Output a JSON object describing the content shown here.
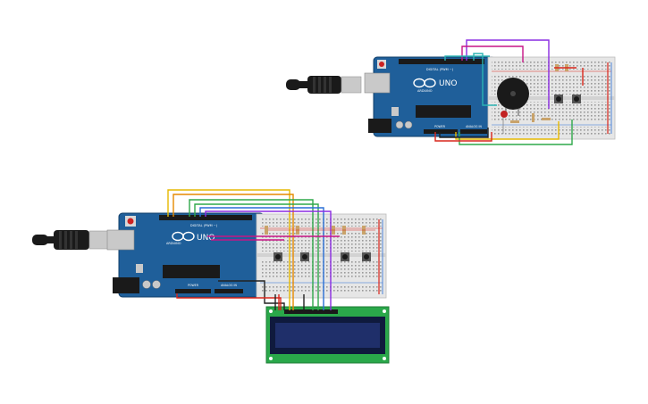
{
  "colors": {
    "board": "#1f5f9a",
    "board_dark": "#123f6a",
    "breadboard": "#e6e6e6",
    "rail_red": "#d9261c",
    "rail_blue": "#2a6fd6",
    "wire_yellow": "#e6b800",
    "wire_orange": "#e58a00",
    "wire_green": "#2fa84a",
    "wire_teal": "#2bb3b3",
    "wire_blue": "#2a6fd6",
    "wire_purple": "#8a2be2",
    "wire_magenta": "#c71585",
    "wire_red": "#d9261c",
    "wire_black": "#222222",
    "lcd_pcb": "#2aa84a",
    "lcd_screen": "#1f2f6a",
    "usb_metal": "#c9c9c9",
    "cable": "#1a1a1a",
    "buzzer": "#1a1a1a"
  },
  "circuits": {
    "top": {
      "board": {
        "brand": "UNO",
        "header_label": "DIGITAL (PWM ~)",
        "analog_label": "ANALOG IN",
        "power_label": "POWER",
        "logo_text": "ARDUINO"
      }
    },
    "bottom": {
      "board": {
        "brand": "UNO",
        "header_label": "DIGITAL (PWM ~)",
        "analog_label": "ANALOG IN",
        "power_label": "POWER",
        "logo_text": "ARDUINO"
      }
    }
  }
}
